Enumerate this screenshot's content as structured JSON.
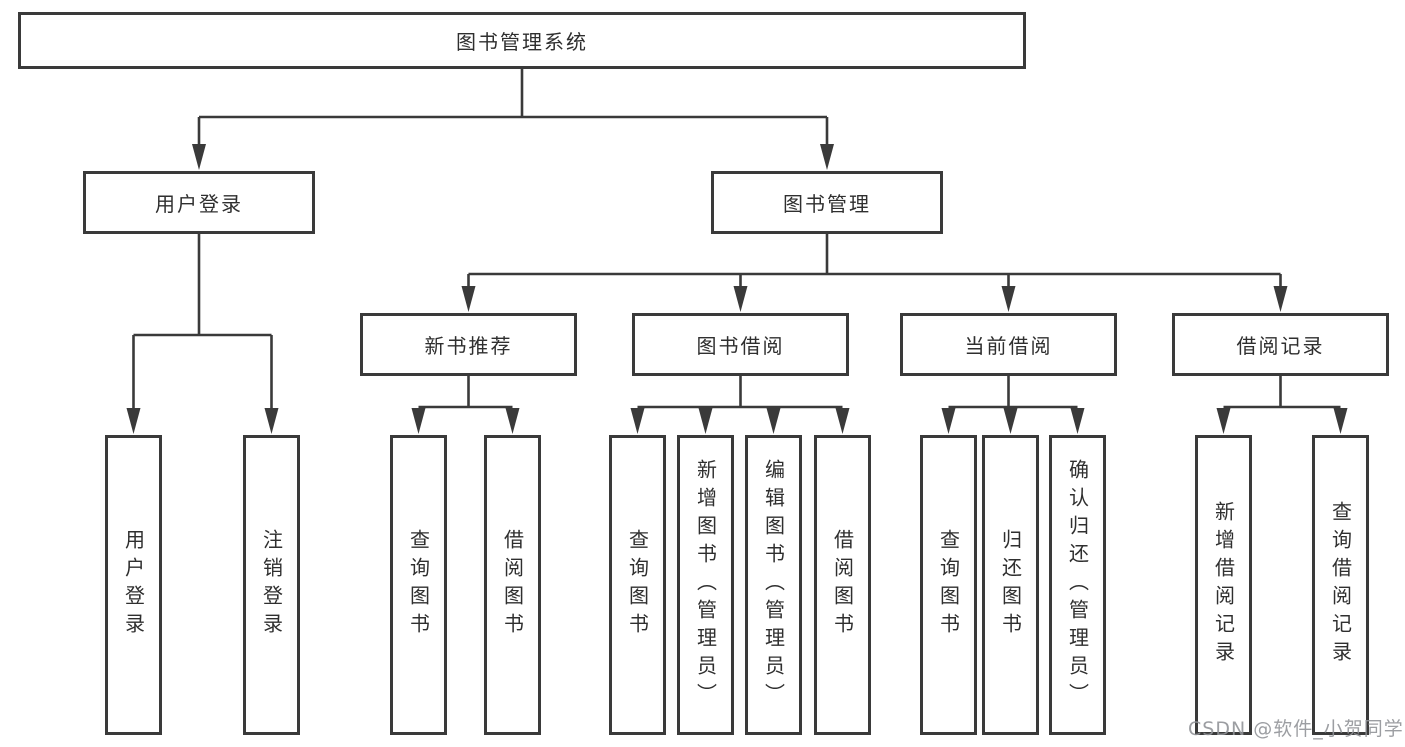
{
  "diagram_type": "hierarchy-tree",
  "root": {
    "label": "图书管理系统"
  },
  "branches": [
    {
      "label": "用户登录",
      "children": [
        {
          "label": "用户登录"
        },
        {
          "label": "注销登录"
        }
      ]
    },
    {
      "label": "图书管理",
      "children": [
        {
          "label": "新书推荐",
          "children": [
            {
              "label": "查询图书"
            },
            {
              "label": "借阅图书"
            }
          ]
        },
        {
          "label": "图书借阅",
          "children": [
            {
              "label": "查询图书"
            },
            {
              "label": "新增图书（管理员）"
            },
            {
              "label": "编辑图书（管理员）"
            },
            {
              "label": "借阅图书"
            }
          ]
        },
        {
          "label": "当前借阅",
          "children": [
            {
              "label": "查询图书"
            },
            {
              "label": "归还图书"
            },
            {
              "label": "确认归还（管理员）"
            }
          ]
        },
        {
          "label": "借阅记录",
          "children": [
            {
              "label": "新增借阅记录"
            },
            {
              "label": "查询借阅记录"
            }
          ]
        }
      ]
    }
  ],
  "watermark": "CSDN @软件_小贺同学",
  "colors": {
    "line": "#3a3a3a",
    "text": "#2f2f2f",
    "watermark": "#919498",
    "background": "#ffffff"
  }
}
